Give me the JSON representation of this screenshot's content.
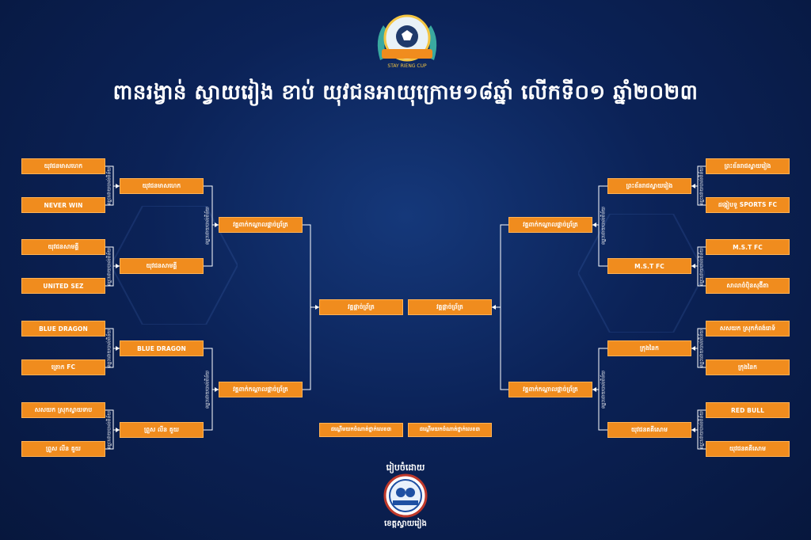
{
  "title": "ពានរង្វាន់ ស្វាយរៀង ខាប់ យុវជនអាយុក្រោម១៨ឆ្នាំ លើកទី០១ ឆ្នាំ២០២៣",
  "top_logo": {
    "text": "STAY RIENG CUP",
    "icon": "football-shield-logo"
  },
  "organizer": {
    "label": "រៀបចំដោយ",
    "name": "ខេត្តស្វាយរៀង",
    "icon": "organizer-emblem"
  },
  "colors": {
    "box": "#f08c1e",
    "line": "#ffffff",
    "background": "#0b2257"
  },
  "left": {
    "r1": [
      "យុវជនមាសហេក",
      "NEVER WIN",
      "យុវជនសាមគ្គី",
      "UNITED SEZ",
      "BLUE DRAGON",
      "ត្រោក FC",
      "សសយក ស្រុកស្វាយទាប",
      "ព្រួស លីន គួយ"
    ],
    "r2": [
      "យុវជនមាសហេក",
      "យុវជនសាមគ្គី",
      "BLUE DRAGON",
      "ព្រួស លីន គួយ"
    ],
    "r3": [
      "វគ្គពាក់កណ្ដាលផ្ដាច់ព្រ័ត្រ",
      "វគ្គពាក់កណ្ដាលផ្ដាច់ព្រ័ត្រ"
    ],
    "r1_labels": [
      "ឈ្នះដោយបាល់ពិន័យ",
      "ឈ្នះដោយបាល់ពិន័យ",
      "ឈ្នះដោយបាល់ពិន័យ",
      "ឈ្នះដោយបាល់ពិន័យ"
    ],
    "r2_labels": [
      "ឈ្នះដោយបាល់ពិន័យ",
      "ឈ្នះដោយបាល់ពិន័យ"
    ]
  },
  "right": {
    "r1": [
      "ព្រះខ័នរាជស្វាយរៀង",
      "ដង្កៀបទួ SPORTS FC",
      "M.S.T FC",
      "សាលាចំប៉ិនសុង៊ីតា",
      "សសយក ស្រុកកំពង់រោទ៍",
      "ក្រុងនៃក",
      "RED BULL",
      "យុវជនគគីសោម"
    ],
    "r2": [
      "ព្រះខ័នរាជស្វាយរៀង",
      "M.S.T FC",
      "ក្រុងនៃក",
      "យុវជនគគីសោម"
    ],
    "r3": [
      "វគ្គពាក់កណ្ដាលផ្ដាច់ព្រ័ត្រ",
      "វគ្គពាក់កណ្ដាលផ្ដាច់ព្រ័ត្រ"
    ],
    "r1_labels": [
      "ឈ្នះដោយបាល់ពិន័យ",
      "ឈ្នះដោយបាល់ពិន័យ",
      "ឈ្នះដោយបាល់ពិន័យ",
      "ឈ្នះដោយបាល់ពិន័យ"
    ],
    "r2_labels": [
      "ឈ្នះដោយបាល់ពិន័យ",
      "ឈ្នះដោយបាល់ពិន័យ"
    ]
  },
  "final": [
    "វគ្គផ្ដាច់ព្រ័ត្រ",
    "វគ្គផ្ដាច់ព្រ័ត្រ"
  ],
  "third_place": [
    "ដណ្ដើមយកចំណាត់ថ្នាក់លេខ៣",
    "ដណ្ដើមយកចំណាត់ថ្នាក់លេខ៣"
  ]
}
